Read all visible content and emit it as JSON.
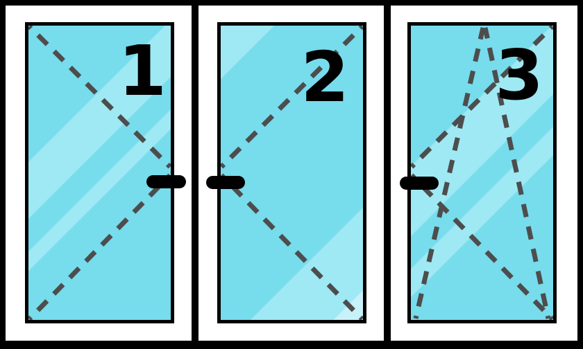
{
  "colors": {
    "frame": "#000000",
    "frame_fill": "#ffffff",
    "glass": "#77dcec",
    "glass_highlight": "#9fe9f4",
    "glass_highlight_bright": "#c8f2fa",
    "dash": "#4d4d4d",
    "handle": "#000000",
    "number": "#000000"
  },
  "panels": [
    {
      "number": "1",
      "handle_side": "right",
      "opening": "turn",
      "hinge_side": "left"
    },
    {
      "number": "2",
      "handle_side": "left",
      "opening": "turn",
      "hinge_side": "right"
    },
    {
      "number": "3",
      "handle_side": "left",
      "opening": "tilt-turn",
      "hinge_side": "right-and-bottom"
    }
  ]
}
